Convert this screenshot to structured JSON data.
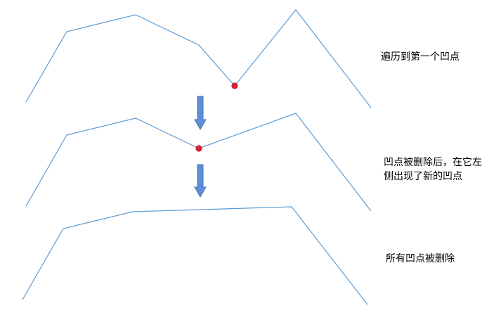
{
  "colors": {
    "line": "#5b9bd5",
    "concave_point": "#d6203a",
    "arrow_fill": "#5b8fd6",
    "arrow_stroke": "#4a76b5"
  },
  "steps": [
    {
      "id": "step-1",
      "caption_lines": [
        "遍历到第一个凹点"
      ]
    },
    {
      "id": "step-2",
      "caption_lines": [
        "凹点被删除后，在它左",
        "侧出现了新的凹点"
      ]
    },
    {
      "id": "step-3",
      "caption_lines": [
        "所有凹点被删除"
      ]
    }
  ]
}
